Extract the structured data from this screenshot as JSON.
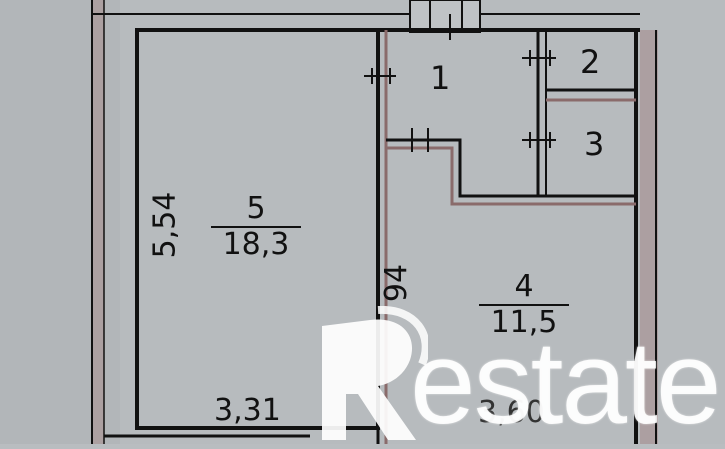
{
  "rooms": [
    {
      "number": "1",
      "area": ""
    },
    {
      "number": "2",
      "area": ""
    },
    {
      "number": "3",
      "area": ""
    },
    {
      "number": "4",
      "area": "11,5"
    },
    {
      "number": "5",
      "area": "18,3"
    }
  ],
  "dimensions": {
    "room5_height": "5,54",
    "room5_width": "3,31",
    "room4_height_partial": "94",
    "room4_width_partial": "3,60"
  },
  "watermark": {
    "text": "estate",
    "logo_letter": "R"
  },
  "colors": {
    "background": "#b9bdc0",
    "wall": "#111111",
    "accent_wall": "#8a6b6b",
    "watermark": "#ffffff"
  }
}
